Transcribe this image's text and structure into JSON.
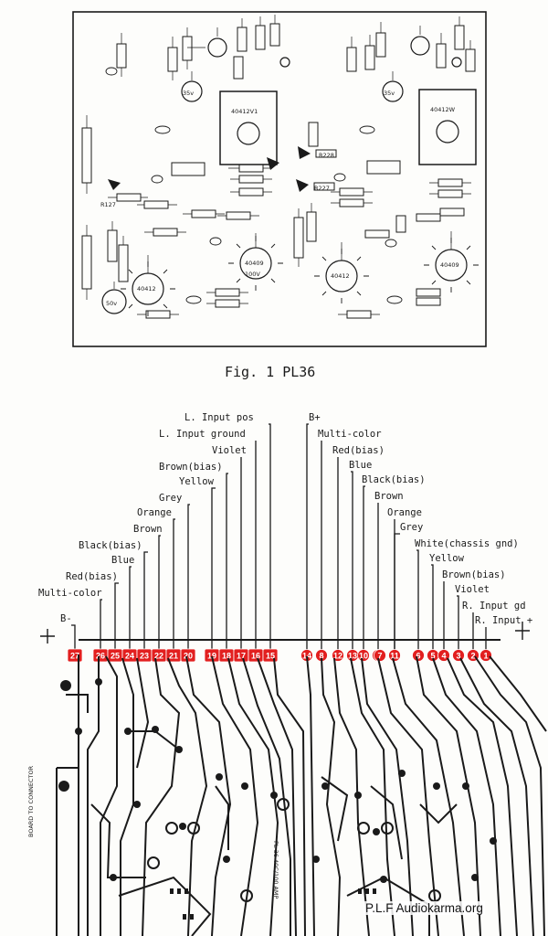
{
  "figure": {
    "caption": "Fig. 1  PL36"
  },
  "top_board": {
    "transistors": [
      "40412V1",
      "40412W"
    ],
    "labels": [
      "R227",
      "R228",
      "R127",
      "40412",
      "40412",
      "40409",
      "40409",
      "50v",
      "35v",
      "35v",
      "100V"
    ]
  },
  "wire_labels": [
    {
      "text": "L. Input pos",
      "pin": "15"
    },
    {
      "text": "L. Input ground",
      "pin": "16"
    },
    {
      "text": "Violet",
      "pin": "17"
    },
    {
      "text": "Brown(bias)",
      "pin": "18"
    },
    {
      "text": "Yellow",
      "pin": "19"
    },
    {
      "text": "Grey",
      "pin": "20"
    },
    {
      "text": "Orange",
      "pin": "21"
    },
    {
      "text": "Brown",
      "pin": "22"
    },
    {
      "text": "Black(bias)",
      "pin": "23"
    },
    {
      "text": "Blue",
      "pin": "24"
    },
    {
      "text": "Red(bias)",
      "pin": "25"
    },
    {
      "text": "Multi-color",
      "pin": "26"
    },
    {
      "text": "B-",
      "pin": "27"
    },
    {
      "text": "B+",
      "pin": "14"
    },
    {
      "text": "Multi-color",
      "pin": "8"
    },
    {
      "text": "Red(bias)",
      "pin": "12"
    },
    {
      "text": "Blue",
      "pin": "13"
    },
    {
      "text": "Black(bias)",
      "pin": "10"
    },
    {
      "text": "Brown",
      "pin": "9"
    },
    {
      "text": "Orange",
      "pin": "11"
    },
    {
      "text": "Grey",
      "pin": "7"
    },
    {
      "text": "White(chassis gnd)",
      "pin": "6"
    },
    {
      "text": "Yellow",
      "pin": "5"
    },
    {
      "text": "Brown(bias)",
      "pin": "4"
    },
    {
      "text": "Violet",
      "pin": "3"
    },
    {
      "text": "R. Input gd",
      "pin": "2"
    },
    {
      "text": "R. Input +",
      "pin": "1"
    }
  ],
  "pins": [
    "27",
    "26",
    "25",
    "24",
    "23",
    "22",
    "21",
    "20",
    "19",
    "18",
    "17",
    "16",
    "15",
    "14",
    "8",
    "12",
    "13",
    "10",
    "9",
    "11",
    "7",
    "6",
    "5",
    "4",
    "3",
    "2",
    "1"
  ],
  "board_side_text": [
    "BOARD TO CONNECTOR",
    "PL 36 40C/100 AMP"
  ],
  "credit": "P.L.F Audiokarma.org",
  "colors": {
    "ink": "#1a1a1a",
    "pin_marker": "#e21f1f",
    "paper": "#fdfdfb"
  }
}
